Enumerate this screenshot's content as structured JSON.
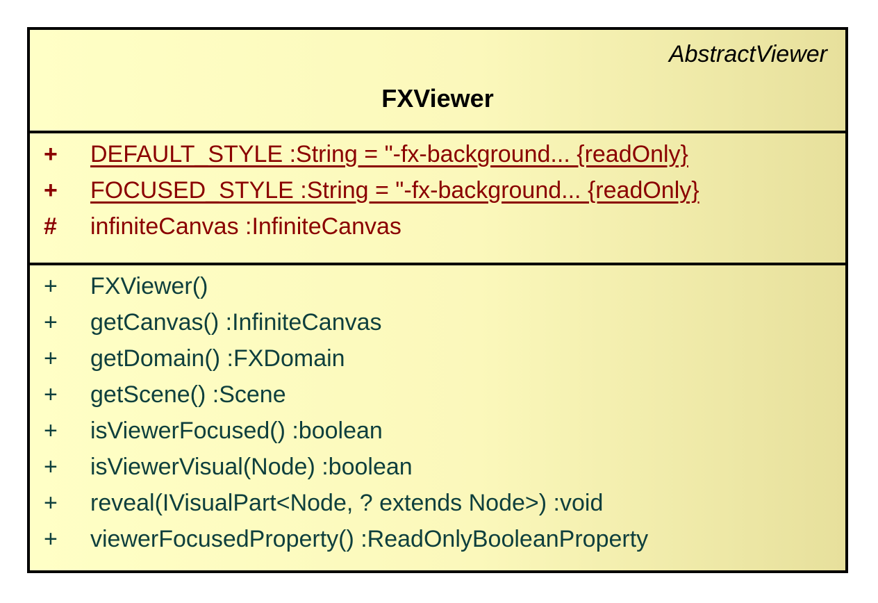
{
  "diagram": {
    "superclass": "AbstractViewer",
    "class_name": "FXViewer",
    "attributes": [
      {
        "visibility": "+",
        "text": "DEFAULT_STYLE  :String = \"-fx-background... {readOnly}",
        "static": true
      },
      {
        "visibility": "+",
        "text": "FOCUSED_STYLE  :String = \"-fx-background... {readOnly}",
        "static": true
      },
      {
        "visibility": "#",
        "text": "infiniteCanvas  :InfiniteCanvas",
        "static": false
      }
    ],
    "operations": [
      {
        "visibility": "+",
        "text": "FXViewer()"
      },
      {
        "visibility": "+",
        "text": "getCanvas()  :InfiniteCanvas"
      },
      {
        "visibility": "+",
        "text": "getDomain()  :FXDomain"
      },
      {
        "visibility": "+",
        "text": "getScene()  :Scene"
      },
      {
        "visibility": "+",
        "text": "isViewerFocused()  :boolean"
      },
      {
        "visibility": "+",
        "text": "isViewerVisual(Node)  :boolean"
      },
      {
        "visibility": "+",
        "text": "reveal(IVisualPart<Node, ? extends Node>)  :void"
      },
      {
        "visibility": "+",
        "text": "viewerFocusedProperty()  :ReadOnlyBooleanProperty"
      }
    ],
    "colors": {
      "border": "#000000",
      "fill_left": "#ffffc6",
      "fill_right": "#e7e09c",
      "attribute_text": "#8a0000",
      "operation_text": "#0e3f3d"
    }
  }
}
